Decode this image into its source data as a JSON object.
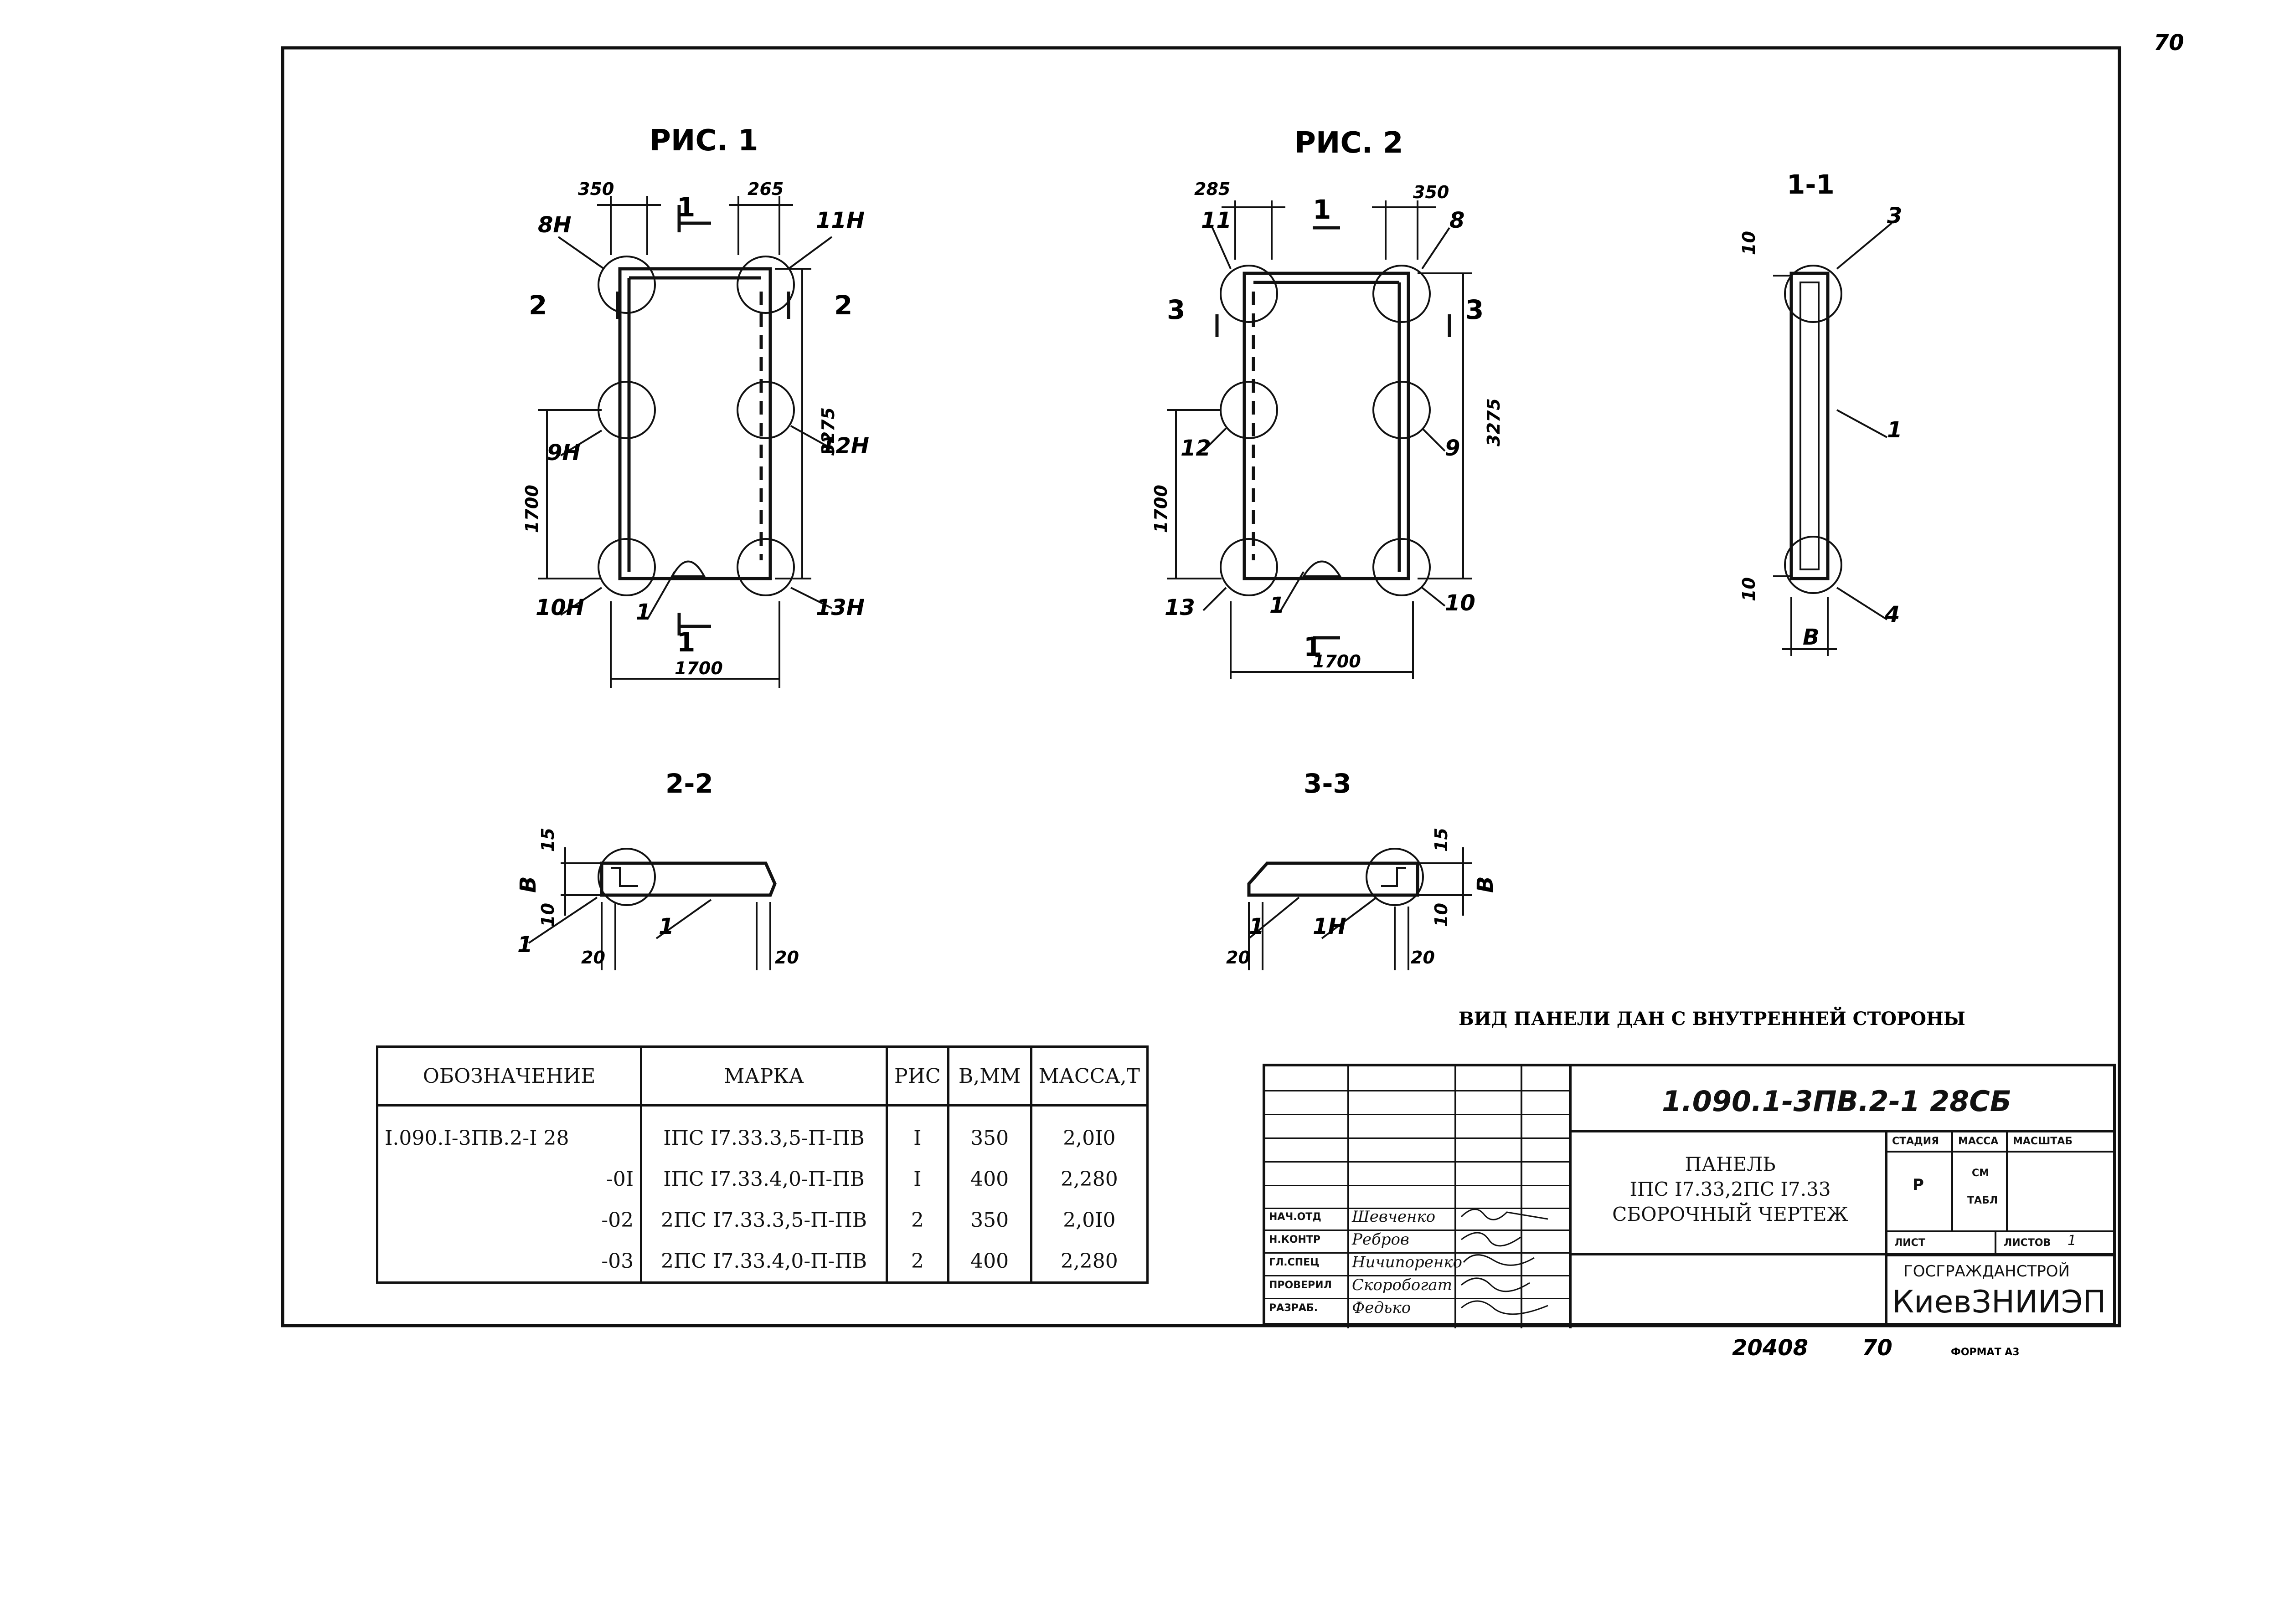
{
  "sheet": {
    "corner_number": "70",
    "bottom_code": "20408",
    "bottom_sheet": "70",
    "format": "ФОРМАТ А3",
    "view_caption": "ВИД ПАНЕЛИ ДАН С ВНУТРЕННЕЙ СТОРОНЫ"
  },
  "figures": {
    "fig1": {
      "title": "РИС. 1",
      "dims": [
        "350",
        "265",
        "3275",
        "1700",
        "1700"
      ],
      "callouts": [
        "8Н",
        "11Н",
        "9Н",
        "12Н",
        "10Н",
        "13Н",
        "1"
      ],
      "cut_labels": [
        "2",
        "2",
        "1",
        "1"
      ]
    },
    "fig2": {
      "title": "РИС. 2",
      "dims": [
        "285",
        "350",
        "3275",
        "1700",
        "1700"
      ],
      "callouts": [
        "11",
        "8",
        "12",
        "9",
        "13",
        "10",
        "1"
      ],
      "cut_labels": [
        "3",
        "3",
        "1",
        "1"
      ]
    },
    "section_1_1": {
      "title": "1-1",
      "dims": [
        "10",
        "10",
        "В"
      ],
      "callouts": [
        "3",
        "1",
        "4"
      ]
    },
    "section_2_2": {
      "title": "2-2",
      "dims": [
        "15",
        "В",
        "10",
        "20",
        "20"
      ],
      "callouts": [
        "1",
        "1"
      ]
    },
    "section_3_3": {
      "title": "3-3",
      "dims": [
        "15",
        "В",
        "10",
        "20",
        "20"
      ],
      "callouts": [
        "1",
        "1Н"
      ]
    }
  },
  "spec_table": {
    "headers": [
      "ОБОЗНАЧЕНИЕ",
      "МАРКА",
      "РИС",
      "В,ММ",
      "МАССА,Т"
    ],
    "rows": [
      [
        "I.090.I-3ПВ.2-I 28",
        "IПС I7.33.3,5-П-ПВ",
        "I",
        "350",
        "2,0I0"
      ],
      [
        "-0I",
        "IПС I7.33.4,0-П-ПВ",
        "I",
        "400",
        "2,280"
      ],
      [
        "-02",
        "2ПС I7.33.3,5-П-ПВ",
        "2",
        "350",
        "2,0I0"
      ],
      [
        "-03",
        "2ПС I7.33.4,0-П-ПВ",
        "2",
        "400",
        "2,280"
      ]
    ]
  },
  "title_block": {
    "doc_code": "1.090.1-3ПВ.2-1 28СБ",
    "name_line1": "ПАНЕЛЬ",
    "name_line2": "IПС I7.33,2ПС I7.33",
    "name_line3": "СБОРОЧНЫЙ ЧЕРТЕЖ",
    "stage_header": "СТАДИЯ",
    "mass_header": "МАССА",
    "scale_header": "МАСШТАБ",
    "stage_value": "Р",
    "mass_value_1": "СМ",
    "mass_value_2": "ТАБЛ",
    "sheet_label": "ЛИСТ",
    "sheets_label": "ЛИСТОВ",
    "sheets_value": "1",
    "org_line1": "ГОСГРАЖДАНСТРОЙ",
    "org_line2": "КиевЗНИИЭП",
    "signatures": [
      {
        "role": "НАЧ.ОТД",
        "name": "Шевченко"
      },
      {
        "role": "Н.КОНТР",
        "name": "Ребров"
      },
      {
        "role": "ГЛ.СПЕЦ",
        "name": "Ничипоренко"
      },
      {
        "role": "ПРОВЕРИЛ",
        "name": "Скоробогат"
      },
      {
        "role": "РАЗРАБ.",
        "name": "Федько"
      }
    ]
  }
}
